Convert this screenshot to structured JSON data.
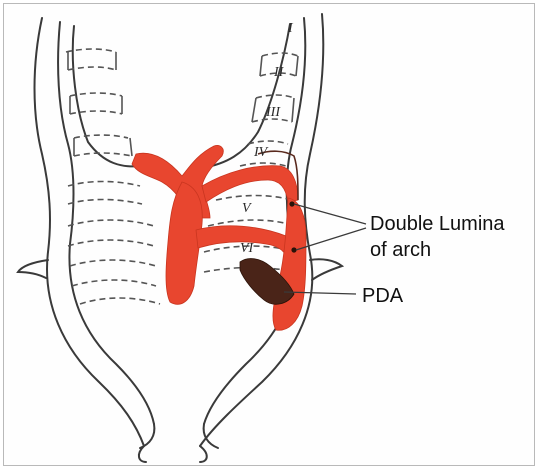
{
  "arch_numerals": {
    "i": "I",
    "ii": "II",
    "iii": "III",
    "iv": "IV",
    "v": "V",
    "vi": "VI"
  },
  "annotations": {
    "double_lumina_line1": "Double Lumina",
    "double_lumina_line2": "of arch",
    "pda": "PDA"
  },
  "colors": {
    "artery": "#e8462f",
    "ductus": "#4a2418",
    "outline": "#3a3a3a"
  }
}
